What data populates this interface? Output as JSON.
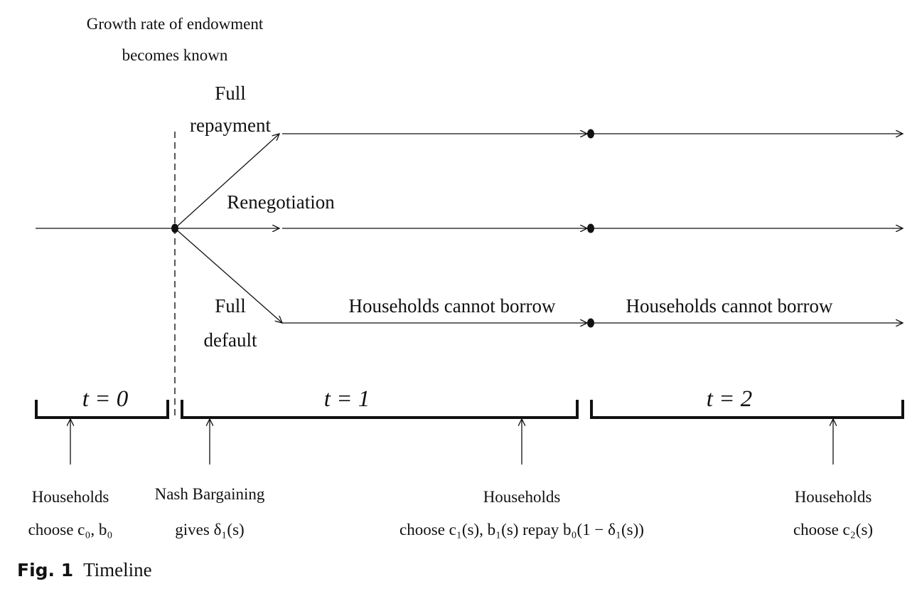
{
  "info_event": {
    "line1": "Growth rate of endowment",
    "line2": "becomes known"
  },
  "branches": {
    "full_repayment": {
      "line1": "Full",
      "line2": "repayment"
    },
    "renegotiation": "Renegotiation",
    "full_default": {
      "line1": "Full",
      "line2": "default"
    }
  },
  "default_notes": {
    "t1": "Households cannot borrow",
    "t2": "Households cannot borrow"
  },
  "periods": {
    "t0": "t = 0",
    "t1": "t = 1",
    "t2": "t = 2"
  },
  "annotations": {
    "t0_households": {
      "line1": "Households",
      "line2": "choose c₀, b₀"
    },
    "nash": {
      "line1": "Nash Bargaining",
      "line2": "gives δ₁(s)"
    },
    "t1_households": {
      "line1": "Households",
      "line2": "choose c₁(s), b₁(s) repay b₀(1 − δ₁(s))"
    },
    "t2_households": {
      "line1": "Households",
      "line2": "choose c₂(s)"
    }
  },
  "caption": {
    "label": "Fig. 1",
    "text": "Timeline"
  }
}
